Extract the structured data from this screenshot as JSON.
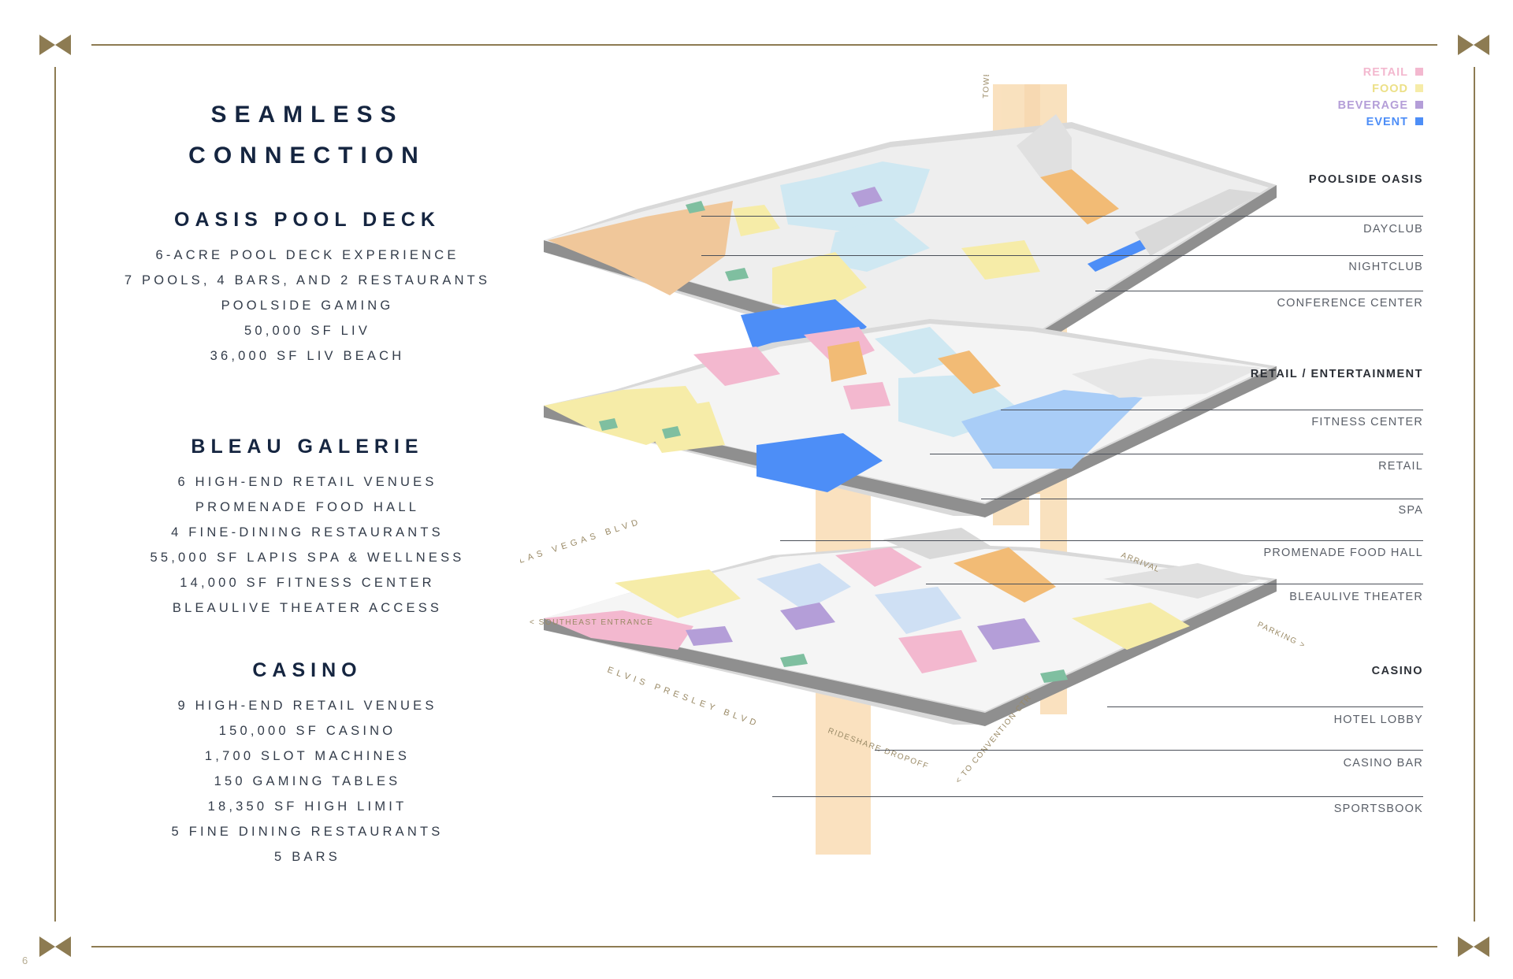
{
  "title_lines": [
    "SEAMLESS",
    "CONNECTION"
  ],
  "sections": [
    {
      "title": "OASIS POOL DECK",
      "items": [
        "6-ACRE POOL DECK EXPERIENCE",
        "7 POOLS, 4 BARS, AND 2 RESTAURANTS",
        "POOLSIDE GAMING",
        "50,000 SF LIV",
        "36,000 SF LIV BEACH"
      ]
    },
    {
      "title": "BLEAU GALERIE",
      "items": [
        "6 HIGH-END RETAIL VENUES",
        "PROMENADE FOOD HALL",
        "4 FINE-DINING RESTAURANTS",
        "55,000 SF LAPIS SPA & WELLNESS",
        "14,000 SF FITNESS CENTER",
        "BLEAULIVE THEATER ACCESS"
      ]
    },
    {
      "title": "CASINO",
      "items": [
        "9 HIGH-END RETAIL VENUES",
        "150,000 SF CASINO",
        "1,700 SLOT MACHINES",
        "150 GAMING TABLES",
        "18,350 SF HIGH LIMIT",
        "5 FINE DINING RESTAURANTS",
        "5 BARS"
      ]
    }
  ],
  "legend": [
    {
      "label": "RETAIL",
      "color": "#f3b8cf"
    },
    {
      "label": "FOOD",
      "color": "#f6eca8"
    },
    {
      "label": "BEVERAGE",
      "color": "#b49ed8"
    },
    {
      "label": "EVENT",
      "color": "#4d8ef7"
    }
  ],
  "right_labels": {
    "poolside_oasis": "POOLSIDE OASIS",
    "dayclub": "DAYCLUB",
    "nightclub": "NIGHTCLUB",
    "conference_center": "CONFERENCE CENTER",
    "retail_entertainment": "RETAIL / ENTERTAINMENT",
    "fitness_center": "FITNESS CENTER",
    "retail": "RETAIL",
    "spa": "SPA",
    "promenade_food_hall": "PROMENADE FOOD HALL",
    "bleaulive_theater": "BLEAULIVE THEATER",
    "casino": "CASINO",
    "hotel_lobby": "HOTEL LOBBY",
    "casino_bar": "CASINO BAR",
    "sportsbook": "SPORTSBOOK"
  },
  "map_labels": {
    "tower": "TOWER >",
    "las_vegas_blvd": "LAS VEGAS BLVD",
    "southeast_entrance": "< SOUTHEAST ENTRANCE",
    "arrival": "ARRIVAL",
    "parking": "PARKING >",
    "elvis_presley_blvd": "ELVIS PRESLEY BLVD",
    "rideshare_dropoff": "RIDESHARE DROPOFF",
    "to_convention_ctr": "< TO CONVENTION CTR"
  },
  "page_number": "6",
  "colors": {
    "navy": "#152540",
    "gold": "#8d7b52",
    "orange": "#f5c98a",
    "light_blue": "#cfe8f2",
    "gray": "#c8c8c8",
    "tan": "#f0c79a"
  }
}
